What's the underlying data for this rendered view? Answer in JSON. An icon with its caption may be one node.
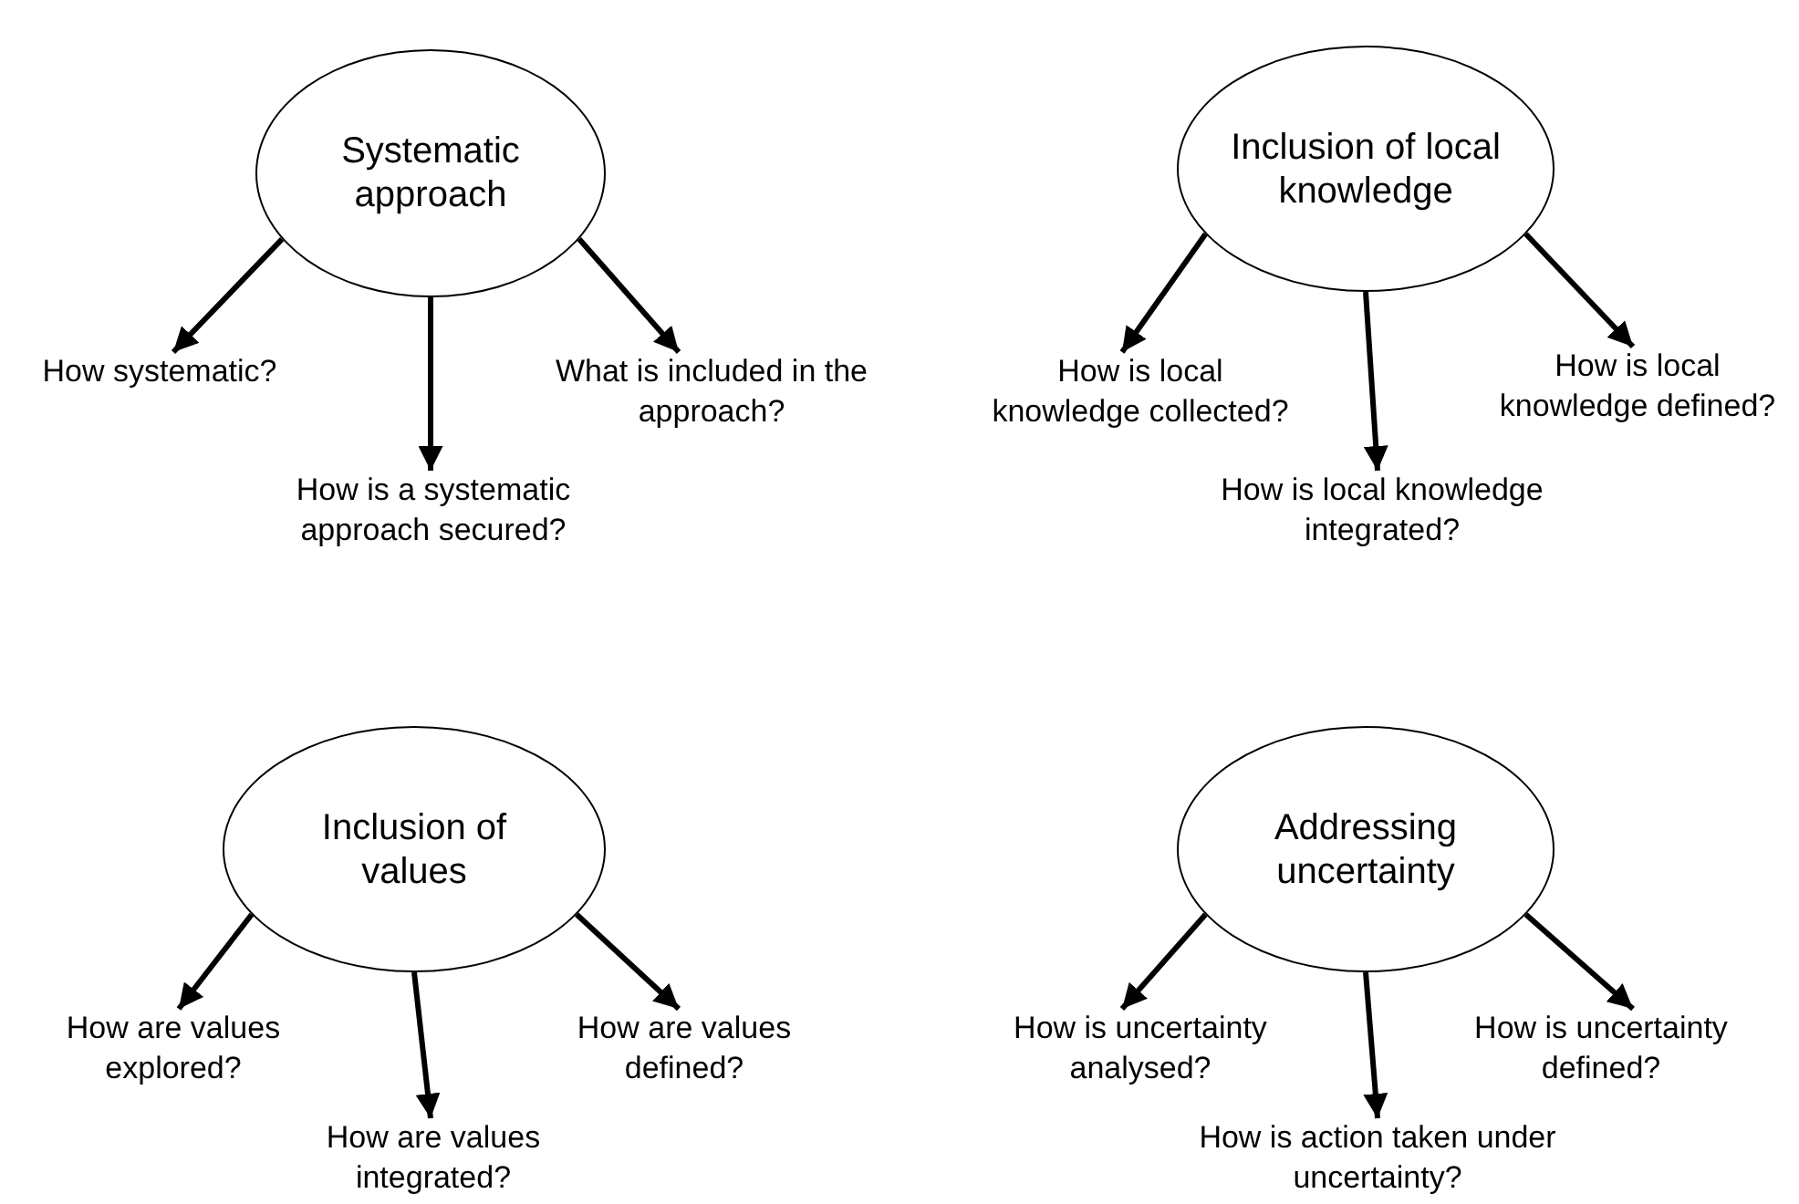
{
  "diagram": {
    "nodes": [
      {
        "text": [
          "Systematic approach"
        ]
      },
      {
        "text": [
          "How systematic?"
        ]
      },
      {
        "text": [
          "How is a systematic approach secured?"
        ]
      },
      {
        "text": [
          "What is included in the approach?"
        ]
      },
      {
        "text": [
          "Inclusion of local knowledge"
        ]
      },
      {
        "text": [
          "How is local knowledge collected?"
        ]
      },
      {
        "text": [
          "How is local knowledge integrated?"
        ]
      },
      {
        "text": [
          "How is local knowledge defined?"
        ]
      },
      {
        "text": [
          "Inclusion of values"
        ]
      },
      {
        "text": [
          "How are values explored?"
        ]
      },
      {
        "text": [
          "How are values integrated?"
        ]
      },
      {
        "text": [
          "How are values defined?"
        ]
      },
      {
        "text": [
          "Addressing uncertainty"
        ]
      },
      {
        "text": [
          "How is uncertainty analysed?"
        ]
      },
      {
        "text": [
          "How is action taken under uncertainty?"
        ]
      },
      {
        "text": [
          "How is uncertainty defined?"
        ]
      }
    ],
    "edges": [
      {
        "from": 0,
        "to": 1,
        "arrow": "to"
      },
      {
        "from": 0,
        "to": 2,
        "arrow": "to"
      },
      {
        "from": 0,
        "to": 3,
        "arrow": "to"
      },
      {
        "from": 4,
        "to": 5,
        "arrow": "to"
      },
      {
        "from": 4,
        "to": 6,
        "arrow": "to"
      },
      {
        "from": 4,
        "to": 7,
        "arrow": "to"
      },
      {
        "from": 8,
        "to": 9,
        "arrow": "to"
      },
      {
        "from": 8,
        "to": 10,
        "arrow": "to"
      },
      {
        "from": 8,
        "to": 11,
        "arrow": "to"
      },
      {
        "from": 12,
        "to": 13,
        "arrow": "to"
      },
      {
        "from": 12,
        "to": 14,
        "arrow": "to"
      },
      {
        "from": 12,
        "to": 15,
        "arrow": "to"
      }
    ]
  }
}
